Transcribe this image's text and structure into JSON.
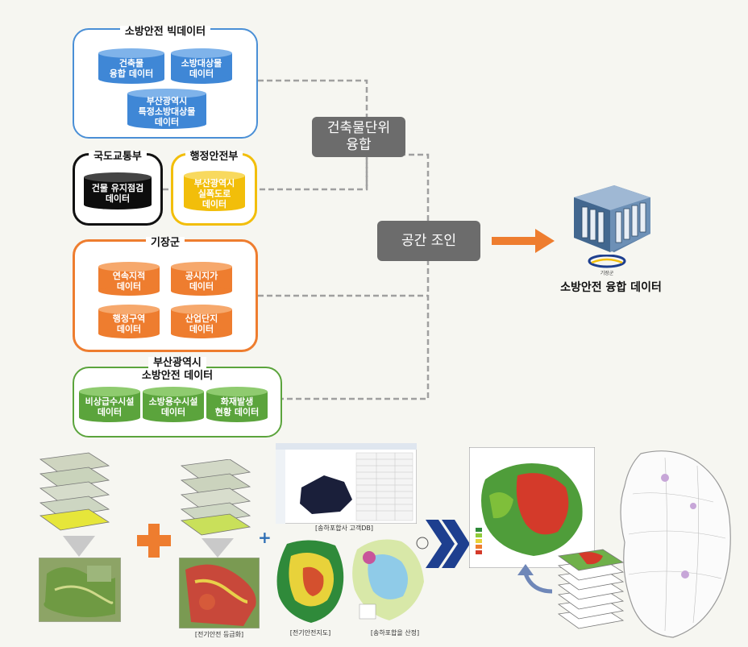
{
  "panels": {
    "fire_bigdata": {
      "title": "소방안전 빅데이터",
      "items": [
        {
          "line1": "건축물",
          "line2": "융합 데이터"
        },
        {
          "line1": "소방대상물",
          "line2": "데이터"
        },
        {
          "line1": "부산광역시",
          "line2": "특정소방대상물",
          "line3": "데이터"
        }
      ]
    },
    "molit": {
      "title": "국도교통부",
      "item": {
        "line1": "건물 유지점검",
        "line2": "데이터"
      }
    },
    "mois": {
      "title": "행정안전부",
      "item": {
        "line1": "부산광역시",
        "line2": "실폭도로",
        "line3": "데이터"
      }
    },
    "gijang": {
      "title": "기장군",
      "items": [
        {
          "line1": "연속지적",
          "line2": "데이터"
        },
        {
          "line1": "공시지가",
          "line2": "데이터"
        },
        {
          "line1": "행정구역",
          "line2": "데이터"
        },
        {
          "line1": "산업단지",
          "line2": "데이터"
        }
      ]
    },
    "busan_fire": {
      "title_line1": "부산광역시",
      "title_line2": "소방안전 데이터",
      "items": [
        {
          "line1": "비상급수시설",
          "line2": "데이터"
        },
        {
          "line1": "소방용수시설",
          "line2": "데이터"
        },
        {
          "line1": "화재발생",
          "line2": "현황 데이터"
        }
      ]
    }
  },
  "process": {
    "building_unit": {
      "line1": "건축물단위",
      "line2": "융합"
    },
    "spatial_join": "공간 조인"
  },
  "result": {
    "logo_text": "기장군",
    "label": "소방안전 융합 데이터"
  },
  "bottom": {
    "plus1": "+",
    "plus2": "+",
    "captions": {
      "db_grade": "[송하포합사 고객DB]",
      "safety_grade": "[전기안전 등급화]",
      "safety_map": "[전기안전지도]",
      "calc": "[송하포합을 산정]"
    }
  },
  "colors": {
    "blue": "#3f87d6",
    "orange": "#ee7d2f",
    "green": "#5ba43c",
    "black": "#0d0d0d",
    "yellow": "#f2be0a",
    "process_gray": "#6c6c6c",
    "arrow_navy": "#1e3f8f"
  }
}
